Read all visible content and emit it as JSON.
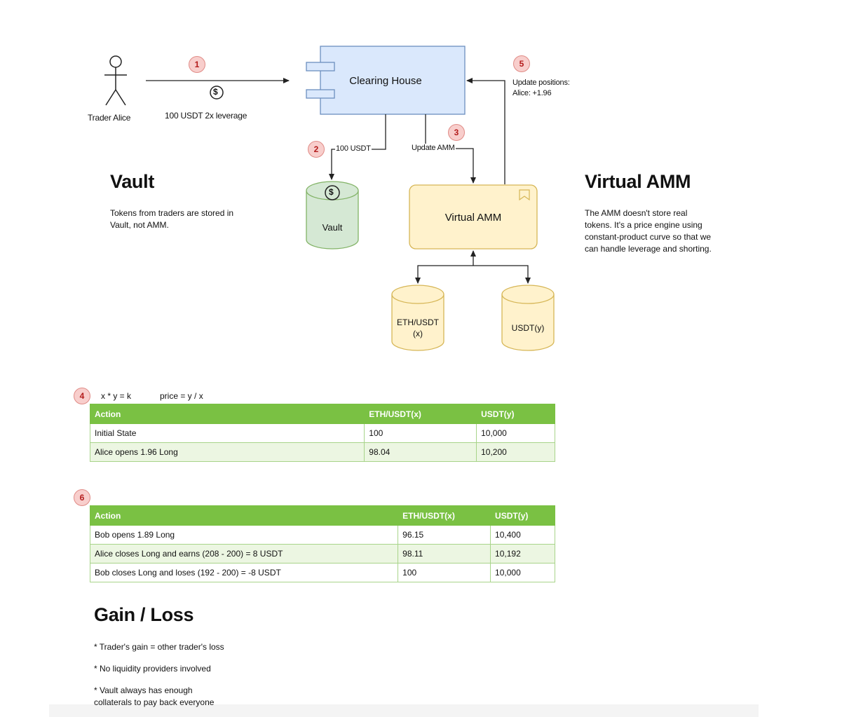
{
  "colors": {
    "badge_fill": "#f8cecc",
    "clearing_house_fill": "#dae8fc",
    "vault_fill": "#d5e8d4",
    "amm_fill": "#fff2cc",
    "table_header": "#7ac143"
  },
  "actor": {
    "label": "Trader Alice",
    "icon": "stick-figure-icon"
  },
  "flow": {
    "step1_badge": "1",
    "deposit_label": "100 USDT 2x leverage",
    "dollar_icon": "$",
    "step2_badge": "2",
    "vault_transfer_label": "100 USDT",
    "step3_badge": "3",
    "update_amm_label": "Update AMM",
    "step5_badge": "5",
    "update_positions_line1": "Update positions:",
    "update_positions_line2": "Alice: +1.96"
  },
  "nodes": {
    "clearing_house": "Clearing House",
    "vault": "Vault",
    "virtual_amm": "Virtual AMM",
    "eth_pool_line1": "ETH/USDT",
    "eth_pool_line2": "(x)",
    "usdt_pool": "USDT(y)"
  },
  "vault_section": {
    "title": "Vault",
    "description_line1": "Tokens from traders are stored in",
    "description_line2": "Vault, not AMM."
  },
  "amm_section": {
    "title": "Virtual AMM",
    "description_line1": "The AMM doesn't store real",
    "description_line2": "tokens. It's a price engine using",
    "description_line3": "constant-product curve so that we",
    "description_line4": "can handle leverage and shorting."
  },
  "table1": {
    "badge": "4",
    "formula_k": "x * y = k",
    "formula_price": "price = y / x",
    "headers": [
      "Action",
      "ETH/USDT(x)",
      "USDT(y)"
    ],
    "rows": [
      [
        "Initial State",
        "100",
        "10,000"
      ],
      [
        "Alice opens 1.96 Long",
        "98.04",
        "10,200"
      ]
    ]
  },
  "table2": {
    "badge": "6",
    "headers": [
      "Action",
      "ETH/USDT(x)",
      "USDT(y)"
    ],
    "rows": [
      [
        "Bob opens 1.89 Long",
        "96.15",
        "10,400"
      ],
      [
        "Alice closes Long and earns (208 - 200) = 8 USDT",
        "98.11",
        "10,192"
      ],
      [
        "Bob closes Long and loses (192 - 200) = -8 USDT",
        "100",
        "10,000"
      ]
    ]
  },
  "gain_loss": {
    "title": "Gain / Loss",
    "bullet1": "* Trader's gain = other trader's loss",
    "bullet2": "* No liquidity providers involved",
    "bullet3_line1": "* Vault always has enough",
    "bullet3_line2": "collaterals to pay back everyone"
  }
}
